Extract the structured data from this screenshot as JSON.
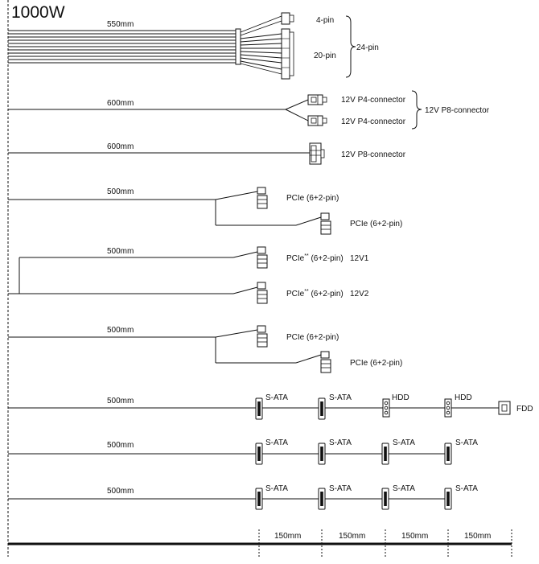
{
  "title": "1000W",
  "cables": {
    "main": {
      "length": "550mm",
      "pin4": "4-pin",
      "pin20": "20-pin",
      "pin24": "24-pin"
    },
    "cpu1": {
      "length": "600mm",
      "p4a": "12V P4-connector",
      "p4b": "12V P4-connector",
      "p8": "12V P8-connector"
    },
    "cpu2": {
      "length": "600mm",
      "p8": "12V P8-connector"
    },
    "pcie1": {
      "length": "500mm",
      "c1": "PCIe (6+2-pin)",
      "c2": "PCIe (6+2-pin)"
    },
    "pcie2": {
      "length": "500mm",
      "c1": "PCIe",
      "c1_sup": "**",
      "c1_rest": " (6+2-pin)",
      "c1_rail": "12V1",
      "c2": "PCIe",
      "c2_sup": "**",
      "c2_rest": " (6+2-pin)",
      "c2_rail": "12V2"
    },
    "pcie3": {
      "length": "500mm",
      "c1": "PCIe (6+2-pin)",
      "c2": "PCIe (6+2-pin)"
    },
    "periph": {
      "length": "500mm",
      "sata1": "S-ATA",
      "sata2": "S-ATA",
      "hdd1": "HDD",
      "hdd2": "HDD",
      "fdd": "FDD"
    },
    "sataA": {
      "length": "500mm",
      "labels": [
        "S-ATA",
        "S-ATA",
        "S-ATA",
        "S-ATA"
      ]
    },
    "sataB": {
      "length": "500mm",
      "labels": [
        "S-ATA",
        "S-ATA",
        "S-ATA",
        "S-ATA"
      ]
    }
  },
  "scale": {
    "spacings": [
      "150mm",
      "150mm",
      "150mm",
      "150mm"
    ]
  }
}
